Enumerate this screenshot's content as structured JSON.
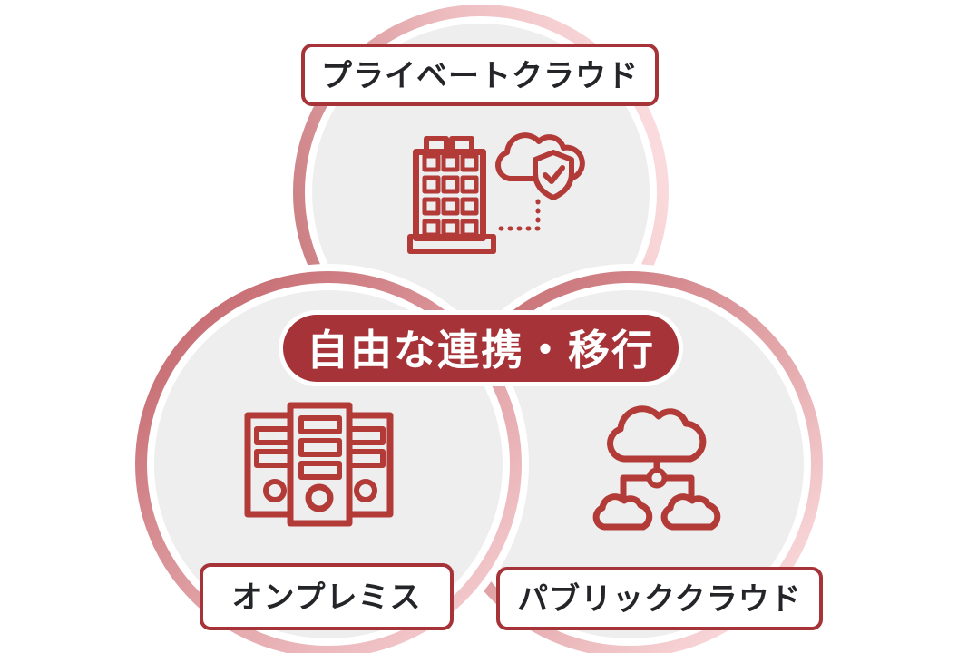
{
  "diagram": {
    "title_hint": "hybrid-cloud-integration-diagram",
    "center": {
      "label": "自由な連携・移行"
    },
    "nodes": [
      {
        "id": "private-cloud",
        "label": "プライベートクラウド",
        "icon": "building-secure-cloud-icon"
      },
      {
        "id": "on-premises",
        "label": "オンプレミス",
        "icon": "server-rack-icon"
      },
      {
        "id": "public-cloud",
        "label": "パブリッククラウド",
        "icon": "cloud-network-icon"
      }
    ],
    "colors": {
      "accent_red": "#A63338",
      "icon_red": "#B23B38",
      "ring_strong_top": "#CC8084",
      "ring_strong_left": "#C4686E",
      "ring_strong_right": "#C76F74",
      "ring_light": "#FBDCDE",
      "circle_fill": "#EFEEEF",
      "label_text": "#242528",
      "center_text": "#FFFFFF",
      "background": "#FFFFFF"
    }
  }
}
